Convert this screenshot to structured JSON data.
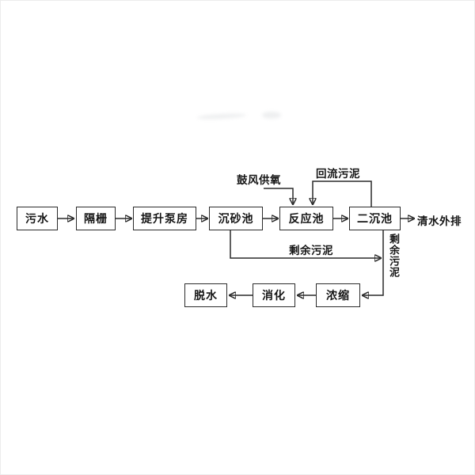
{
  "diagram": {
    "main_flow": {
      "boxes": [
        {
          "label": "污水"
        },
        {
          "label": "隔栅"
        },
        {
          "label": "提升泵房"
        },
        {
          "label": "沉砂池"
        },
        {
          "label": "反应池"
        },
        {
          "label": "二沉池"
        }
      ],
      "outlet_label": "清水外排"
    },
    "top_labels": {
      "blast_oxygen": "鼓风供氧",
      "return_sludge": "回流污泥"
    },
    "sludge_flow": {
      "excess_sludge_horizontal": "剩余污泥",
      "excess_sludge_vertical": "剩余污泥",
      "boxes": [
        {
          "label": "脱水"
        },
        {
          "label": "消化"
        },
        {
          "label": "浓缩"
        }
      ]
    },
    "colors": {
      "line": "#2a2a2a",
      "box_border": "#2b2b2b",
      "text": "#151515",
      "background": "#ffffff"
    }
  }
}
